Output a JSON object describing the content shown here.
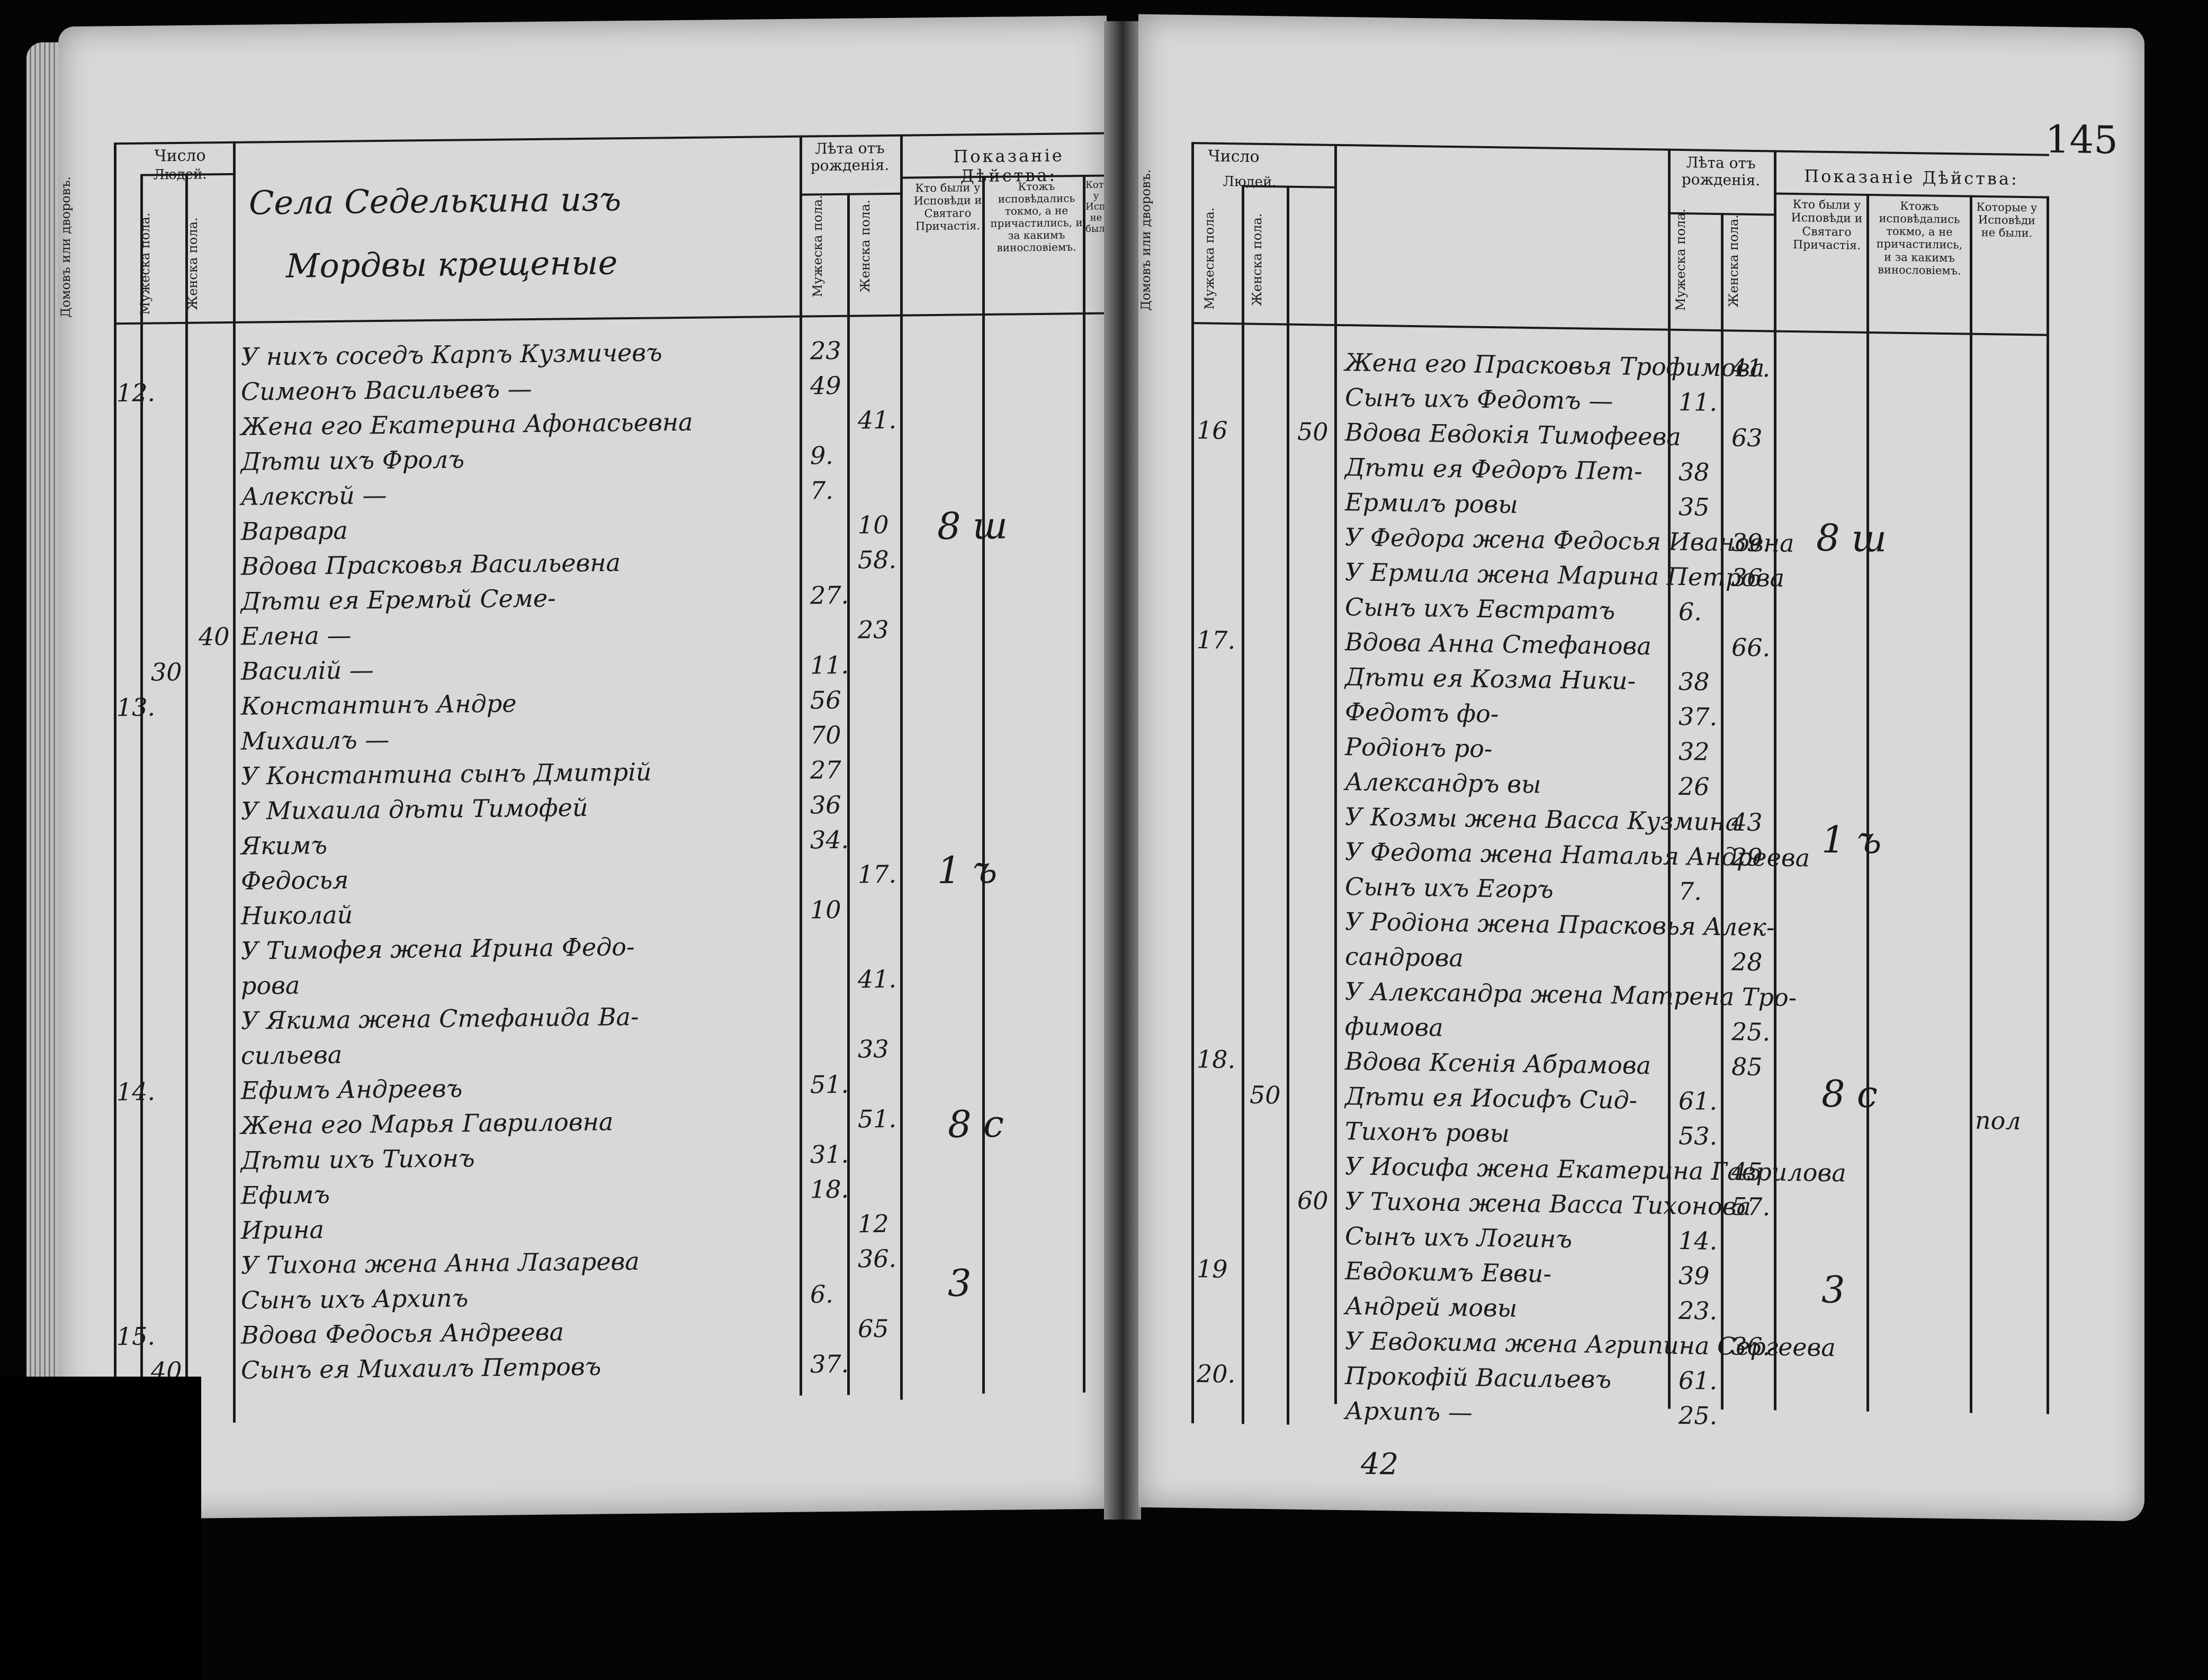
{
  "folio": "145",
  "left": {
    "headers": {
      "chislo": "Число",
      "lyudey": "Людей.",
      "domov": "Домовъ или дворовъ.",
      "muzh": "Мужеска пола.",
      "zhen": "Женска пола.",
      "leta": "Лѣта отъ рожденія.",
      "leta_muzh": "Мужеска пола.",
      "leta_zhen": "Женска пола.",
      "pokazanie": "Показаніе Дѣйства:",
      "c1": "Кто были у Исповѣди и Святаго Причастія.",
      "c2": "Ктожъ исповѣдались токмо, а не причастились, и за какимъ винословіемъ.",
      "c3": "Которые у Исповѣди не были."
    },
    "title1": "Села Седелькина изъ",
    "title2": "Мордвы крещеные",
    "rows": [
      {
        "house": "",
        "m": "",
        "f": "",
        "text": "У нихъ соседъ Карпъ Кузмичевъ",
        "lm": "23",
        "lf": ""
      },
      {
        "house": "12.",
        "m": "",
        "f": "",
        "text": "Симеонъ Васильевъ —",
        "lm": "49",
        "lf": ""
      },
      {
        "house": "",
        "m": "",
        "f": "",
        "text": "Жена его Екатерина Афонасьевна",
        "lm": "",
        "lf": "41."
      },
      {
        "house": "",
        "m": "",
        "f": "",
        "text": "Дѣти ихъ Фролъ",
        "lm": "9.",
        "lf": ""
      },
      {
        "house": "",
        "m": "",
        "f": "",
        "text": "Алексѣй —",
        "lm": "7.",
        "lf": ""
      },
      {
        "house": "",
        "m": "",
        "f": "",
        "text": "Варвара",
        "lm": "",
        "lf": "10"
      },
      {
        "house": "",
        "m": "",
        "f": "",
        "text": "Вдова Прасковья Васильевна",
        "lm": "",
        "lf": "58."
      },
      {
        "house": "",
        "m": "",
        "f": "",
        "text": "Дѣти ея Еремѣй Семе-",
        "lm": "27.",
        "lf": ""
      },
      {
        "house": "",
        "m": "",
        "f": "40",
        "text": "Елена —",
        "lm": "",
        "lf": "23"
      },
      {
        "house": "",
        "m": "30",
        "f": "",
        "text": "Василій —",
        "lm": "11.",
        "lf": ""
      },
      {
        "house": "13.",
        "m": "",
        "f": "",
        "text": "Константинъ Андре",
        "lm": "56",
        "lf": ""
      },
      {
        "house": "",
        "m": "",
        "f": "",
        "text": "Михаилъ —",
        "lm": "70",
        "lf": ""
      },
      {
        "house": "",
        "m": "",
        "f": "",
        "text": "У Константина сынъ Дмитрій",
        "lm": "27",
        "lf": ""
      },
      {
        "house": "",
        "m": "",
        "f": "",
        "text": "У Михаила дѣти Тимофей",
        "lm": "36",
        "lf": ""
      },
      {
        "house": "",
        "m": "",
        "f": "",
        "text": "Якимъ",
        "lm": "34.",
        "lf": ""
      },
      {
        "house": "",
        "m": "",
        "f": "",
        "text": "Федосья",
        "lm": "",
        "lf": "17."
      },
      {
        "house": "",
        "m": "",
        "f": "",
        "text": "Николай",
        "lm": "10",
        "lf": ""
      },
      {
        "house": "",
        "m": "",
        "f": "",
        "text": "У Тимофея жена Ирина Федо-",
        "lm": "",
        "lf": ""
      },
      {
        "house": "",
        "m": "",
        "f": "",
        "text": "рова",
        "lm": "",
        "lf": "41."
      },
      {
        "house": "",
        "m": "",
        "f": "",
        "text": "У Якима жена Стефанида Ва-",
        "lm": "",
        "lf": ""
      },
      {
        "house": "",
        "m": "",
        "f": "",
        "text": "сильева",
        "lm": "",
        "lf": "33"
      },
      {
        "house": "14.",
        "m": "",
        "f": "",
        "text": "Ефимъ Андреевъ",
        "lm": "51.",
        "lf": ""
      },
      {
        "house": "",
        "m": "",
        "f": "",
        "text": "Жена его Марья Гавриловна",
        "lm": "",
        "lf": "51."
      },
      {
        "house": "",
        "m": "",
        "f": "",
        "text": "Дѣти ихъ Тихонъ",
        "lm": "31.",
        "lf": ""
      },
      {
        "house": "",
        "m": "",
        "f": "",
        "text": "Ефимъ",
        "lm": "18.",
        "lf": ""
      },
      {
        "house": "",
        "m": "",
        "f": "",
        "text": "Ирина",
        "lm": "",
        "lf": "12"
      },
      {
        "house": "",
        "m": "",
        "f": "",
        "text": "У Тихона жена Анна Лазарева",
        "lm": "",
        "lf": "36."
      },
      {
        "house": "",
        "m": "",
        "f": "",
        "text": "Сынъ ихъ Архипъ",
        "lm": "6.",
        "lf": ""
      },
      {
        "house": "15.",
        "m": "",
        "f": "",
        "text": "Вдова Федосья Андреева",
        "lm": "",
        "lf": "65"
      },
      {
        "house": "",
        "m": "40",
        "f": "",
        "text": "Сынъ ея Михаилъ Петровъ",
        "lm": "37.",
        "lf": ""
      }
    ],
    "marks": [
      "8 ш",
      "1 ъ",
      "8 с",
      "3"
    ]
  },
  "right": {
    "headers": {
      "chislo": "Число",
      "lyudey": "Людей.",
      "domov": "Домовъ или дворовъ.",
      "muzh": "Мужеска пола.",
      "zhen": "Женска пола.",
      "leta": "Лѣта отъ рожденія.",
      "leta_muzh": "Мужеска пола.",
      "leta_zhen": "Женска пола.",
      "pokazanie": "Показаніе Дѣйства:",
      "c1": "Кто были у Исповѣди и Святаго Причастія.",
      "c2": "Ктожъ исповѣдались токмо, а не причастились, и за какимъ винословіемъ.",
      "c3": "Которые у Исповѣди не были."
    },
    "rows": [
      {
        "house": "",
        "m": "",
        "f": "",
        "text": "Жена его Прасковья Трофимова",
        "lm": "",
        "lf": "41."
      },
      {
        "house": "",
        "m": "",
        "f": "",
        "text": "Сынъ ихъ Федотъ —",
        "lm": "11.",
        "lf": ""
      },
      {
        "house": "16",
        "m": "",
        "f": "50",
        "text": "Вдова Евдокія Тимофеева",
        "lm": "",
        "lf": "63"
      },
      {
        "house": "",
        "m": "",
        "f": "",
        "text": "Дѣти ея Федоръ Пет-",
        "lm": "38",
        "lf": ""
      },
      {
        "house": "",
        "m": "",
        "f": "",
        "text": "Ермилъ ровы",
        "lm": "35",
        "lf": ""
      },
      {
        "house": "",
        "m": "",
        "f": "",
        "text": "У Федора жена Федосья Ивановна",
        "lm": "",
        "lf": "39."
      },
      {
        "house": "",
        "m": "",
        "f": "",
        "text": "У Ермила жена Марина Петрова",
        "lm": "",
        "lf": "36"
      },
      {
        "house": "",
        "m": "",
        "f": "",
        "text": "Сынъ ихъ Евстратъ",
        "lm": "6.",
        "lf": ""
      },
      {
        "house": "17.",
        "m": "",
        "f": "",
        "text": "Вдова Анна Стефанова",
        "lm": "",
        "lf": "66."
      },
      {
        "house": "",
        "m": "",
        "f": "",
        "text": "Дѣти ея Козма Ники-",
        "lm": "38",
        "lf": ""
      },
      {
        "house": "",
        "m": "",
        "f": "",
        "text": "Федотъ фо-",
        "lm": "37.",
        "lf": ""
      },
      {
        "house": "",
        "m": "",
        "f": "",
        "text": "Родіонъ ро-",
        "lm": "32",
        "lf": ""
      },
      {
        "house": "",
        "m": "",
        "f": "",
        "text": "Александръ вы",
        "lm": "26",
        "lf": ""
      },
      {
        "house": "",
        "m": "",
        "f": "",
        "text": "У Козмы жена Васса Кузмина",
        "lm": "",
        "lf": "43"
      },
      {
        "house": "",
        "m": "",
        "f": "",
        "text": "У Федота жена Наталья Андреева",
        "lm": "",
        "lf": "29"
      },
      {
        "house": "",
        "m": "",
        "f": "",
        "text": "Сынъ ихъ Егоръ",
        "lm": "7.",
        "lf": ""
      },
      {
        "house": "",
        "m": "",
        "f": "",
        "text": "У Родіона жена Прасковья Алек-",
        "lm": "",
        "lf": ""
      },
      {
        "house": "",
        "m": "",
        "f": "",
        "text": "сандрова",
        "lm": "",
        "lf": "28"
      },
      {
        "house": "",
        "m": "",
        "f": "",
        "text": "У Александра жена Матрена Тро-",
        "lm": "",
        "lf": ""
      },
      {
        "house": "",
        "m": "",
        "f": "",
        "text": "фимова",
        "lm": "",
        "lf": "25."
      },
      {
        "house": "18.",
        "m": "",
        "f": "",
        "text": "Вдова Ксенія Абрамова",
        "lm": "",
        "lf": "85"
      },
      {
        "house": "",
        "m": "50",
        "f": "",
        "text": "Дѣти ея Иосифъ Сид-",
        "lm": "61.",
        "lf": ""
      },
      {
        "house": "",
        "m": "",
        "f": "",
        "text": "Тихонъ ровы",
        "lm": "53.",
        "lf": ""
      },
      {
        "house": "",
        "m": "",
        "f": "",
        "text": "У Иосифа жена Екатерина Гаврилова",
        "lm": "",
        "lf": "45"
      },
      {
        "house": "",
        "m": "",
        "f": "60",
        "text": "У Тихона жена Васса Тихонова",
        "lm": "",
        "lf": "57."
      },
      {
        "house": "",
        "m": "",
        "f": "",
        "text": "Сынъ ихъ Логинъ",
        "lm": "14.",
        "lf": ""
      },
      {
        "house": "19",
        "m": "",
        "f": "",
        "text": "Евдокимъ Евви-",
        "lm": "39",
        "lf": ""
      },
      {
        "house": "",
        "m": "",
        "f": "",
        "text": "Андрей мовы",
        "lm": "23.",
        "lf": ""
      },
      {
        "house": "",
        "m": "",
        "f": "",
        "text": "У Евдокима жена Агрипина Сергеева",
        "lm": "",
        "lf": "36."
      },
      {
        "house": "20.",
        "m": "",
        "f": "",
        "text": "Прокофій Васильевъ",
        "lm": "61.",
        "lf": ""
      },
      {
        "house": "",
        "m": "",
        "f": "",
        "text": "Архипъ —",
        "lm": "25.",
        "lf": ""
      }
    ],
    "marks": [
      "8 ш",
      "1 ъ",
      "8 с",
      "3"
    ],
    "side_note": "пол",
    "footer": "42"
  }
}
